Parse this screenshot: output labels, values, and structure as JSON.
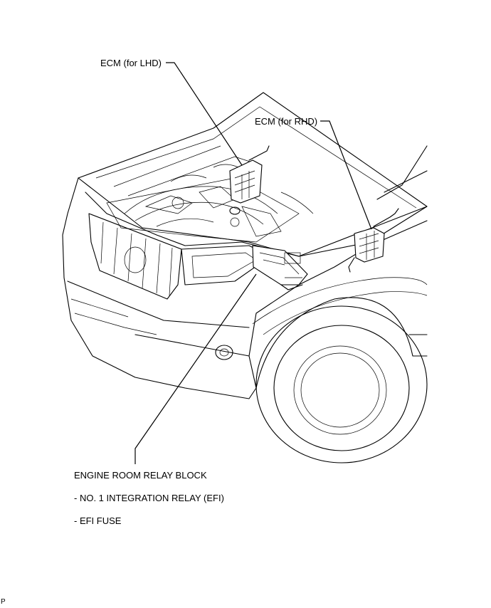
{
  "labels": {
    "ecm_lhd": "ECM (for LHD)",
    "ecm_rhd": "ECM (for RHD)",
    "relay_block": "ENGINE ROOM RELAY BLOCK",
    "relay_items": [
      "- NO. 1 INTEGRATION RELAY (EFI)",
      "- EFI FUSE"
    ]
  },
  "figure_code": "P"
}
